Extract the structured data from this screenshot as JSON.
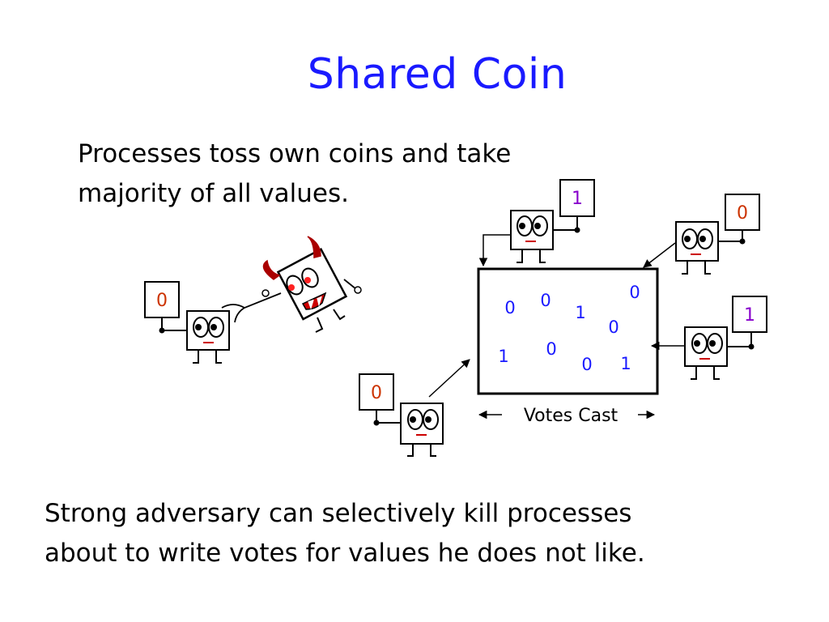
{
  "slide": {
    "title": "Shared Coin",
    "intro_line1": "Processes toss own coins and take",
    "intro_line2": "majority of all values.",
    "footer_line1": "Strong adversary can selectively kill processes",
    "footer_line2": "about to write votes for values he does not like."
  },
  "diagram": {
    "box_caption": "Votes Cast",
    "votes": [
      "0",
      "0",
      "0",
      "1",
      "0",
      "1",
      "0",
      "0",
      "1"
    ],
    "signs": [
      "1",
      "0",
      "1",
      "0",
      "0"
    ]
  },
  "colors": {
    "title": "#1a1aff",
    "vote_text": "#1a1aff",
    "sign_zero": "#cc3300",
    "sign_one": "#8800cc",
    "mouth": "#cc0000",
    "horns": "#aa0000"
  }
}
